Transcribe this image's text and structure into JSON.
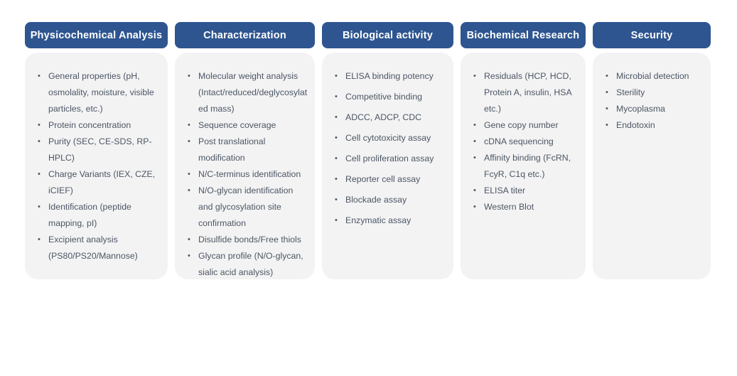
{
  "columns": [
    {
      "title": "Physicochemical Analysis",
      "items": [
        "General properties (pH, osmolality, moisture, visible particles, etc.)",
        "Protein concentration",
        "Purity (SEC,  CE-SDS, RP-HPLC)",
        "Charge Variants (IEX, CZE, iCIEF)",
        "Identification (peptide mapping, pI)",
        "Excipient analysis (PS80/PS20/Mannose)"
      ]
    },
    {
      "title": "Characterization",
      "items": [
        "Molecular weight analysis (Intact/reduced/deglycosylated mass)",
        "Sequence coverage",
        "Post translational modification",
        "N/C-terminus identification",
        "N/O-glycan identification and glycosylation site confirmation",
        "Disulfide bonds/Free thiols",
        "Glycan profile (N/O-glycan, sialic acid analysis)"
      ]
    },
    {
      "title": "Biological activity",
      "items": [
        "ELISA binding potency",
        "Competitive binding",
        "ADCC, ADCP, CDC",
        "Cell cytotoxicity assay",
        "Cell proliferation assay",
        "Reporter cell assay",
        "Blockade assay",
        "Enzymatic assay"
      ]
    },
    {
      "title": "Biochemical Research",
      "items": [
        "Residuals (HCP, HCD, Protein A, insulin, HSA etc.)",
        "Gene copy number",
        "cDNA sequencing",
        "Affinity binding (FcRN, FcyR, C1q etc.)",
        "ELISA titer",
        "Western Blot"
      ]
    },
    {
      "title": "Security",
      "items": [
        "Microbial detection",
        "Sterility",
        "Mycoplasma",
        "Endotoxin"
      ]
    }
  ],
  "colors": {
    "header_bg": "#2e5590",
    "header_text": "#ffffff",
    "panel_bg": "#f3f3f4",
    "text": "#4c5663"
  }
}
